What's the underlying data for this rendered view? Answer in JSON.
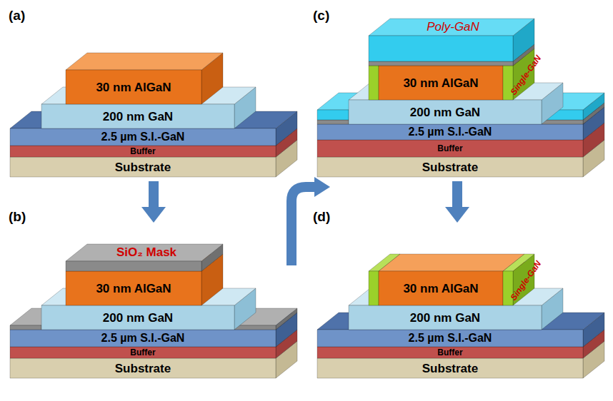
{
  "diagram": {
    "nodes": [
      {
        "text": [
          "30 nm AlGaN"
        ]
      },
      {
        "text": [
          "200 nm GaN"
        ]
      },
      {
        "text": [
          "2.5 µm S.I.-GaN"
        ]
      },
      {
        "text": [
          "Buffer"
        ]
      },
      {
        "text": [
          "Substrate"
        ]
      },
      {
        "text": [
          "30 nm AlGaN"
        ]
      },
      {
        "text": [
          "200 nm GaN"
        ]
      },
      {
        "text": [
          "2.5 µm S.I.-GaN"
        ]
      },
      {
        "text": [
          "Buffer"
        ]
      },
      {
        "text": [
          "Substrate"
        ]
      },
      {
        "text": [
          "30 nm AlGaN"
        ]
      },
      {
        "text": [
          "200 nm GaN"
        ]
      },
      {
        "text": [
          "2.5 µm S.I.-GaN"
        ]
      },
      {
        "text": [
          "Buffer"
        ]
      },
      {
        "text": [
          "Substrate"
        ]
      },
      {
        "text": [
          "30 nm AlGaN"
        ]
      },
      {
        "text": [
          "200 nm GaN"
        ]
      },
      {
        "text": [
          "2.5 µm S.I.-GaN"
        ]
      },
      {
        "text": [
          "Buffer"
        ]
      },
      {
        "text": [
          "Substrate"
        ]
      }
    ],
    "labels": [
      "(a)",
      "(b)",
      "(c)",
      "(d)",
      "SiO₂ Mask",
      "Poly-GaN",
      "Single-GaN",
      "Single-GaN"
    ]
  }
}
